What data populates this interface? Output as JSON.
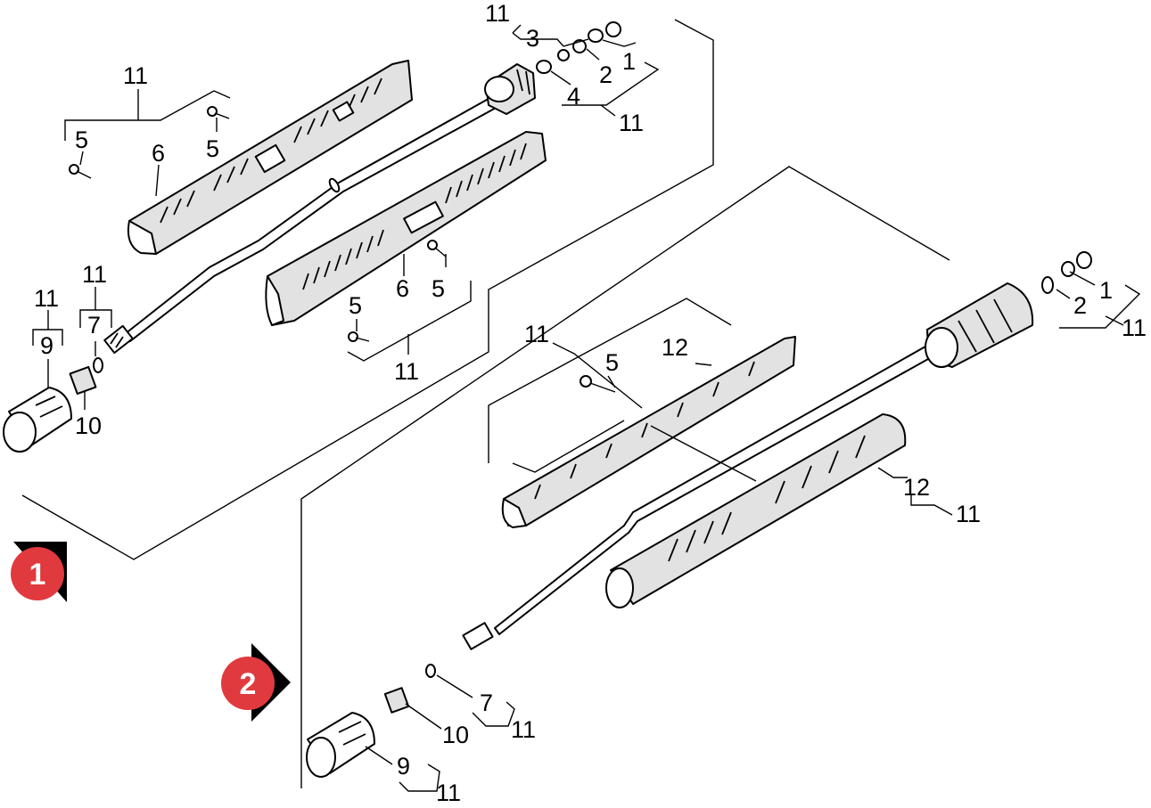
{
  "sections": [
    {
      "badge": "1",
      "badge_color": "#e03a3e"
    },
    {
      "badge": "2",
      "badge_color": "#e03a3e"
    }
  ],
  "callouts": {
    "s1_11_top": "11",
    "s1_3": "3",
    "s1_2": "2",
    "s1_1": "1",
    "s1_4": "4",
    "s1_11_b": "11",
    "s1_11_left": "11",
    "s1_5_a": "5",
    "s1_5_b": "5",
    "s1_6_a": "6",
    "s1_6_b": "6",
    "s1_5_c": "5",
    "s1_5_d": "5",
    "s1_11_c": "11",
    "s1_11_d": "11",
    "s1_7": "7",
    "s1_11_e": "11",
    "s1_9": "9",
    "s1_10": "10",
    "s2_1": "1",
    "s2_2": "2",
    "s2_11_a": "11",
    "s2_11_b": "11",
    "s2_5": "5",
    "s2_12_a": "12",
    "s2_12_b": "12",
    "s2_11_c": "11",
    "s2_7": "7",
    "s2_11_d": "11",
    "s2_10": "10",
    "s2_9": "9",
    "s2_11_e": "11"
  }
}
